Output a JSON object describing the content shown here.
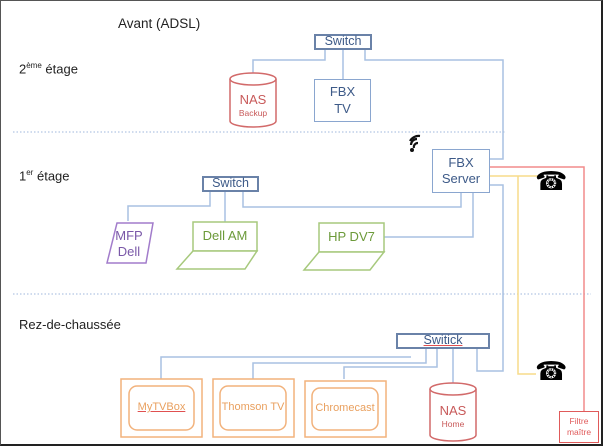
{
  "title": "Avant (ADSL)",
  "floors": [
    {
      "id": "floor2",
      "label_main": "2",
      "label_sup": "ème",
      "label_rest": " étage"
    },
    {
      "id": "floor1",
      "label_main": "1",
      "label_sup": "er",
      "label_rest": " étage"
    },
    {
      "id": "ground",
      "label_main": "Rez-de-chaussée",
      "label_sup": "",
      "label_rest": ""
    }
  ],
  "devices": {
    "switch_top": "Switch",
    "nas_backup": {
      "title": "NAS",
      "subtitle": "Backup"
    },
    "fbx_tv": {
      "line1": "FBX",
      "line2": "TV"
    },
    "fbx_server": {
      "line1": "FBX",
      "line2": "Server"
    },
    "switch_mid": "Switch",
    "mfp_dell": {
      "line1": "MFP",
      "line2": "Dell"
    },
    "dell_am": "Dell AM",
    "hp_dv7": "HP DV7",
    "switch_bottom": "Switick",
    "mytvbox": "MyTVBox",
    "thomson_tv": "Thomson TV",
    "chromecast": "Chromecast",
    "nas_home": {
      "title": "NAS",
      "subtitle": "Home"
    },
    "filtre": {
      "line1": "Filtre",
      "line2": "maître"
    }
  },
  "icons": {
    "phone": "☎",
    "wifi": "wifi-icon"
  },
  "colors": {
    "network": "#a9c1e2",
    "phone_line": "#f7dc8a",
    "adsl_line": "#f28b8b",
    "separator": "#9fb7dd"
  }
}
